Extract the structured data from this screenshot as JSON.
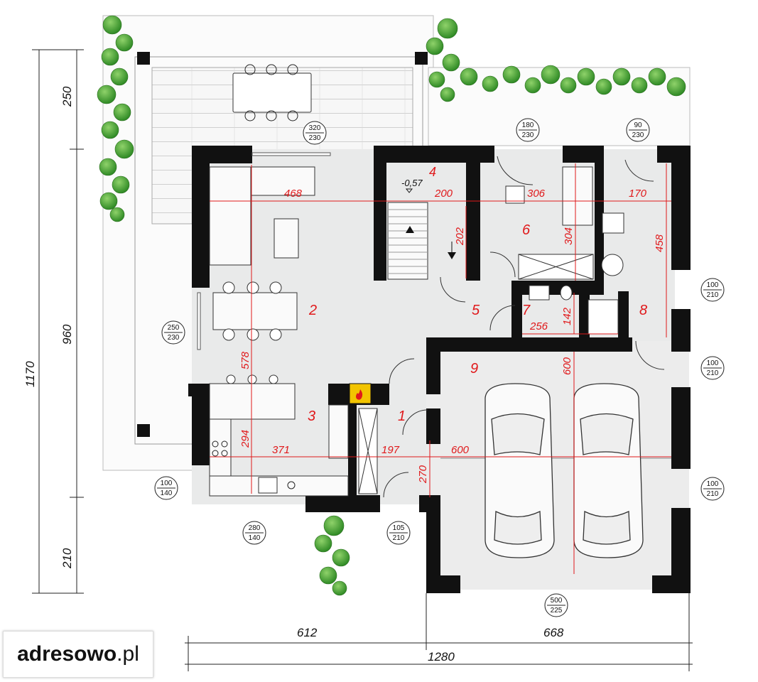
{
  "rooms": [
    {
      "id": "room-1",
      "number": "1"
    },
    {
      "id": "room-2",
      "number": "2"
    },
    {
      "id": "room-3",
      "number": "3"
    },
    {
      "id": "room-4",
      "number": "4"
    },
    {
      "id": "room-5",
      "number": "5"
    },
    {
      "id": "room-6",
      "number": "6"
    },
    {
      "id": "room-7",
      "number": "7"
    },
    {
      "id": "room-8",
      "number": "8"
    },
    {
      "id": "room-9",
      "number": "9"
    }
  ],
  "level_mark": "-0,57",
  "inner_dimensions": {
    "d468": "468",
    "d200": "200",
    "d306": "306",
    "d170": "170",
    "d202": "202",
    "d304": "304",
    "d458": "458",
    "d578": "578",
    "d142": "142",
    "d256": "256",
    "d600v": "600",
    "d294": "294",
    "d371": "371",
    "d197": "197",
    "d270": "270",
    "d600h": "600"
  },
  "overall_dimensions": {
    "left_total": "1170",
    "left_top": "250",
    "left_mid": "960",
    "left_bot": "210",
    "bottom_left": "612",
    "bottom_right": "668",
    "bottom_total": "1280"
  },
  "openings": [
    {
      "id": "w-320-230",
      "top": "320",
      "bottom": "230"
    },
    {
      "id": "d-180-230",
      "top": "180",
      "bottom": "230"
    },
    {
      "id": "d-90-230",
      "top": "90",
      "bottom": "230"
    },
    {
      "id": "w-250-230",
      "top": "250",
      "bottom": "230"
    },
    {
      "id": "w-100-210-a",
      "top": "100",
      "bottom": "210"
    },
    {
      "id": "w-100-210-b",
      "top": "100",
      "bottom": "210"
    },
    {
      "id": "w-100-210-c",
      "top": "100",
      "bottom": "210"
    },
    {
      "id": "w-100-140",
      "top": "100",
      "bottom": "140"
    },
    {
      "id": "w-280-140",
      "top": "280",
      "bottom": "140"
    },
    {
      "id": "d-105-210",
      "top": "105",
      "bottom": "210"
    },
    {
      "id": "g-500-225",
      "top": "500",
      "bottom": "225"
    }
  ],
  "logo": {
    "brand": "adresowo",
    "suffix": ".pl"
  },
  "colors": {
    "dimension": "#e0191b",
    "wall": "#111111",
    "floor": "#e9eaea",
    "plant": "#4aa832",
    "fire": "#f2c400"
  }
}
